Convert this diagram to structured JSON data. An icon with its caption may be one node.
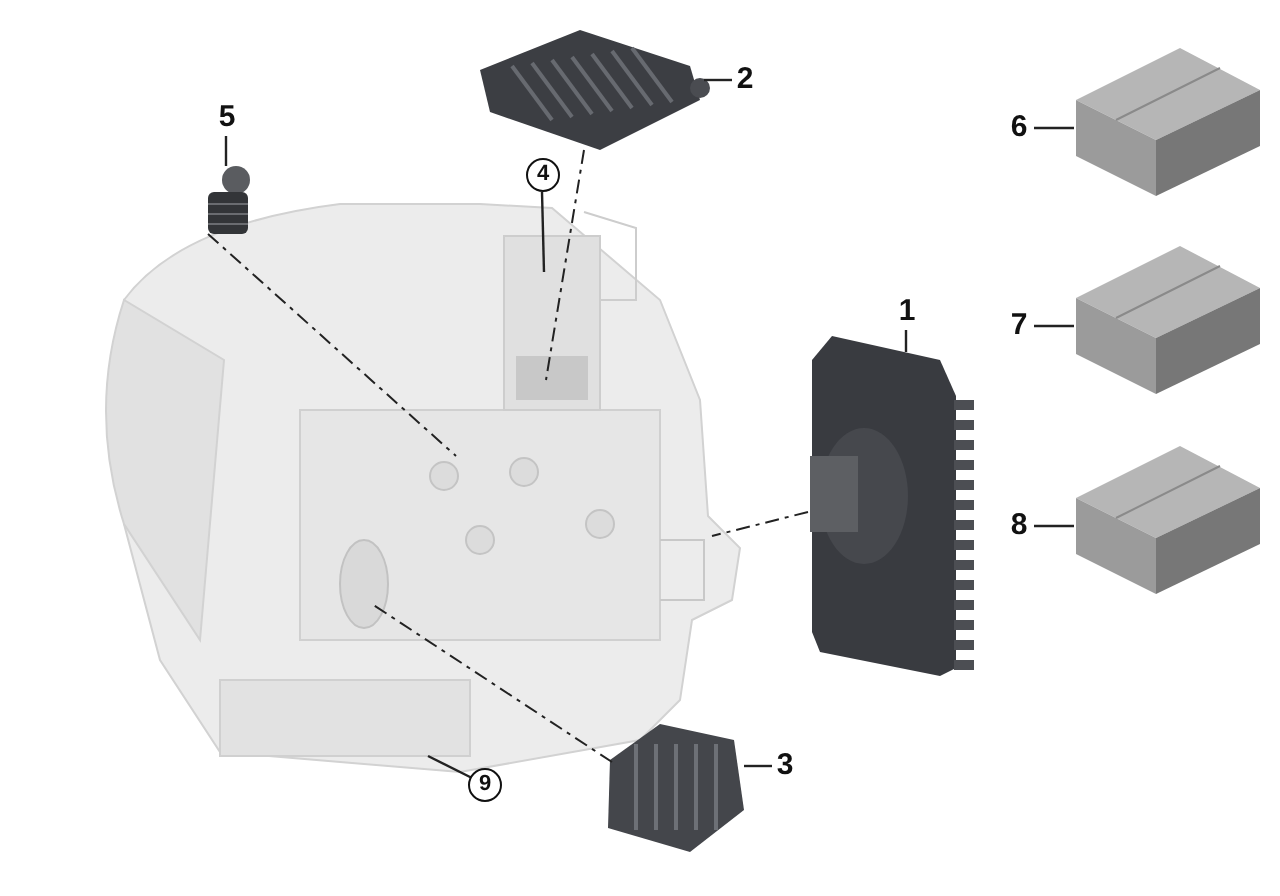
{
  "diagram": {
    "nodes": [
      {
        "text": [
          "2"
        ]
      },
      {
        "text": [
          "5"
        ]
      },
      {
        "text": [
          "4"
        ]
      },
      {
        "text": [
          "1"
        ]
      },
      {
        "text": [
          "6"
        ]
      },
      {
        "text": [
          "7"
        ]
      },
      {
        "text": [
          "8"
        ]
      },
      {
        "text": [
          "3"
        ]
      },
      {
        "text": [
          "9"
        ]
      },
      {
        "text": [],
        "shape": "picture"
      },
      {
        "text": [],
        "shape": "picture"
      },
      {
        "text": [],
        "shape": "picture"
      },
      {
        "text": [],
        "shape": "picture"
      },
      {
        "text": [],
        "shape": "picture"
      },
      {
        "text": [],
        "shape": "picture"
      },
      {
        "text": [],
        "shape": "picture"
      },
      {
        "text": [],
        "shape": "picture"
      }
    ],
    "edges": [
      {
        "from": 0,
        "to": 10,
        "arrow": "none"
      },
      {
        "from": 1,
        "to": 11,
        "arrow": "none"
      },
      {
        "from": 2,
        "to": 9,
        "arrow": "none"
      },
      {
        "from": 3,
        "to": 12,
        "arrow": "none"
      },
      {
        "from": 4,
        "to": 14,
        "arrow": "none"
      },
      {
        "from": 5,
        "to": 15,
        "arrow": "none"
      },
      {
        "from": 6,
        "to": 16,
        "arrow": "none"
      },
      {
        "from": 7,
        "to": 13,
        "arrow": "none"
      },
      {
        "from": 8,
        "to": 9,
        "arrow": "none"
      },
      {
        "from": 10,
        "to": 9,
        "arrow": "none",
        "style": "dashed"
      },
      {
        "from": 11,
        "to": 9,
        "arrow": "none",
        "style": "dashed"
      },
      {
        "from": 12,
        "to": 9,
        "arrow": "none",
        "style": "dashed"
      },
      {
        "from": 13,
        "to": 9,
        "arrow": "none",
        "style": "dashed"
      }
    ]
  }
}
